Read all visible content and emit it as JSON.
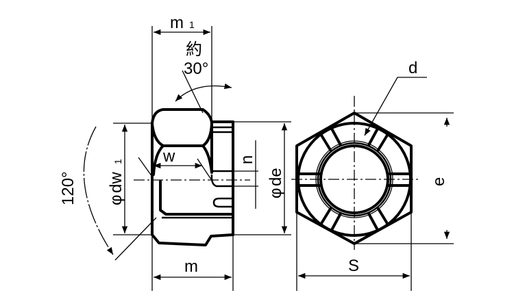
{
  "title": "Castle nut dimension drawing",
  "labels": {
    "m1": "m",
    "m1_sub": "1",
    "approx": "約",
    "angle_30": "30°",
    "angle_120": "120°",
    "w": "w",
    "n": "n",
    "dw1_phi": "φ",
    "dw1": "dw",
    "dw1_sub": "1",
    "de_phi": "φ",
    "de": "de",
    "m": "m",
    "d": "d",
    "e": "e",
    "s": "S"
  }
}
